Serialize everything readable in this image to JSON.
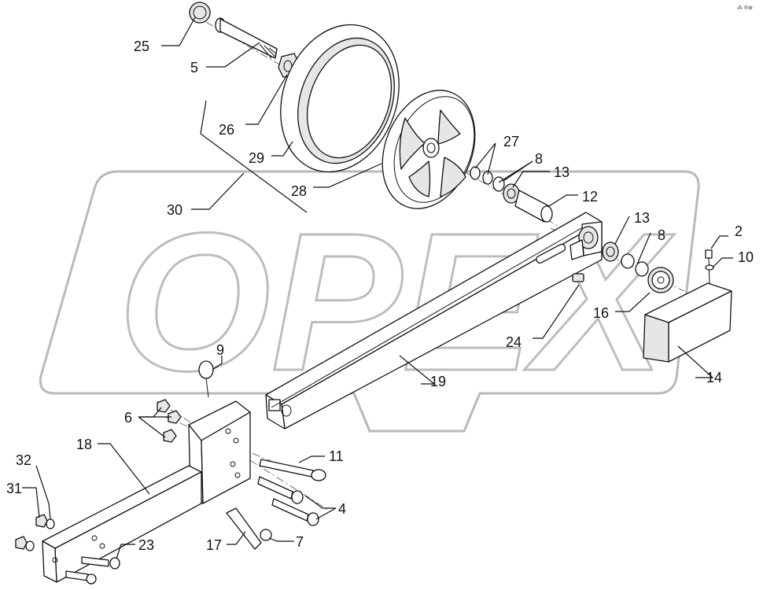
{
  "watermark": {
    "text": "OPEX"
  },
  "corner_mark": "⁂ ®⊛",
  "callouts": [
    "25",
    "5",
    "26",
    "29",
    "30",
    "28",
    "27",
    "8",
    "13",
    "12",
    "2",
    "10",
    "13",
    "8",
    "16",
    "24",
    "19",
    "14",
    "9",
    "6",
    "11",
    "18",
    "32",
    "31",
    "4",
    "23",
    "17",
    "7"
  ]
}
